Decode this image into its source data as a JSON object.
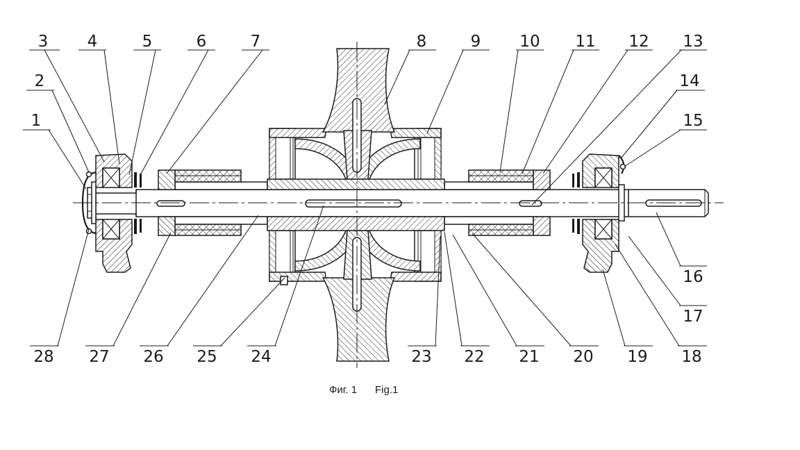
{
  "part_labels": [
    "1",
    "2",
    "3",
    "4",
    "5",
    "6",
    "7",
    "8",
    "9",
    "10",
    "11",
    "12",
    "13",
    "14",
    "15",
    "16",
    "17",
    "18",
    "19",
    "20",
    "21",
    "22",
    "23",
    "24",
    "25",
    "26",
    "27",
    "28"
  ],
  "caption": {
    "ru": "Фиг. 1",
    "en": "Fig.1"
  }
}
